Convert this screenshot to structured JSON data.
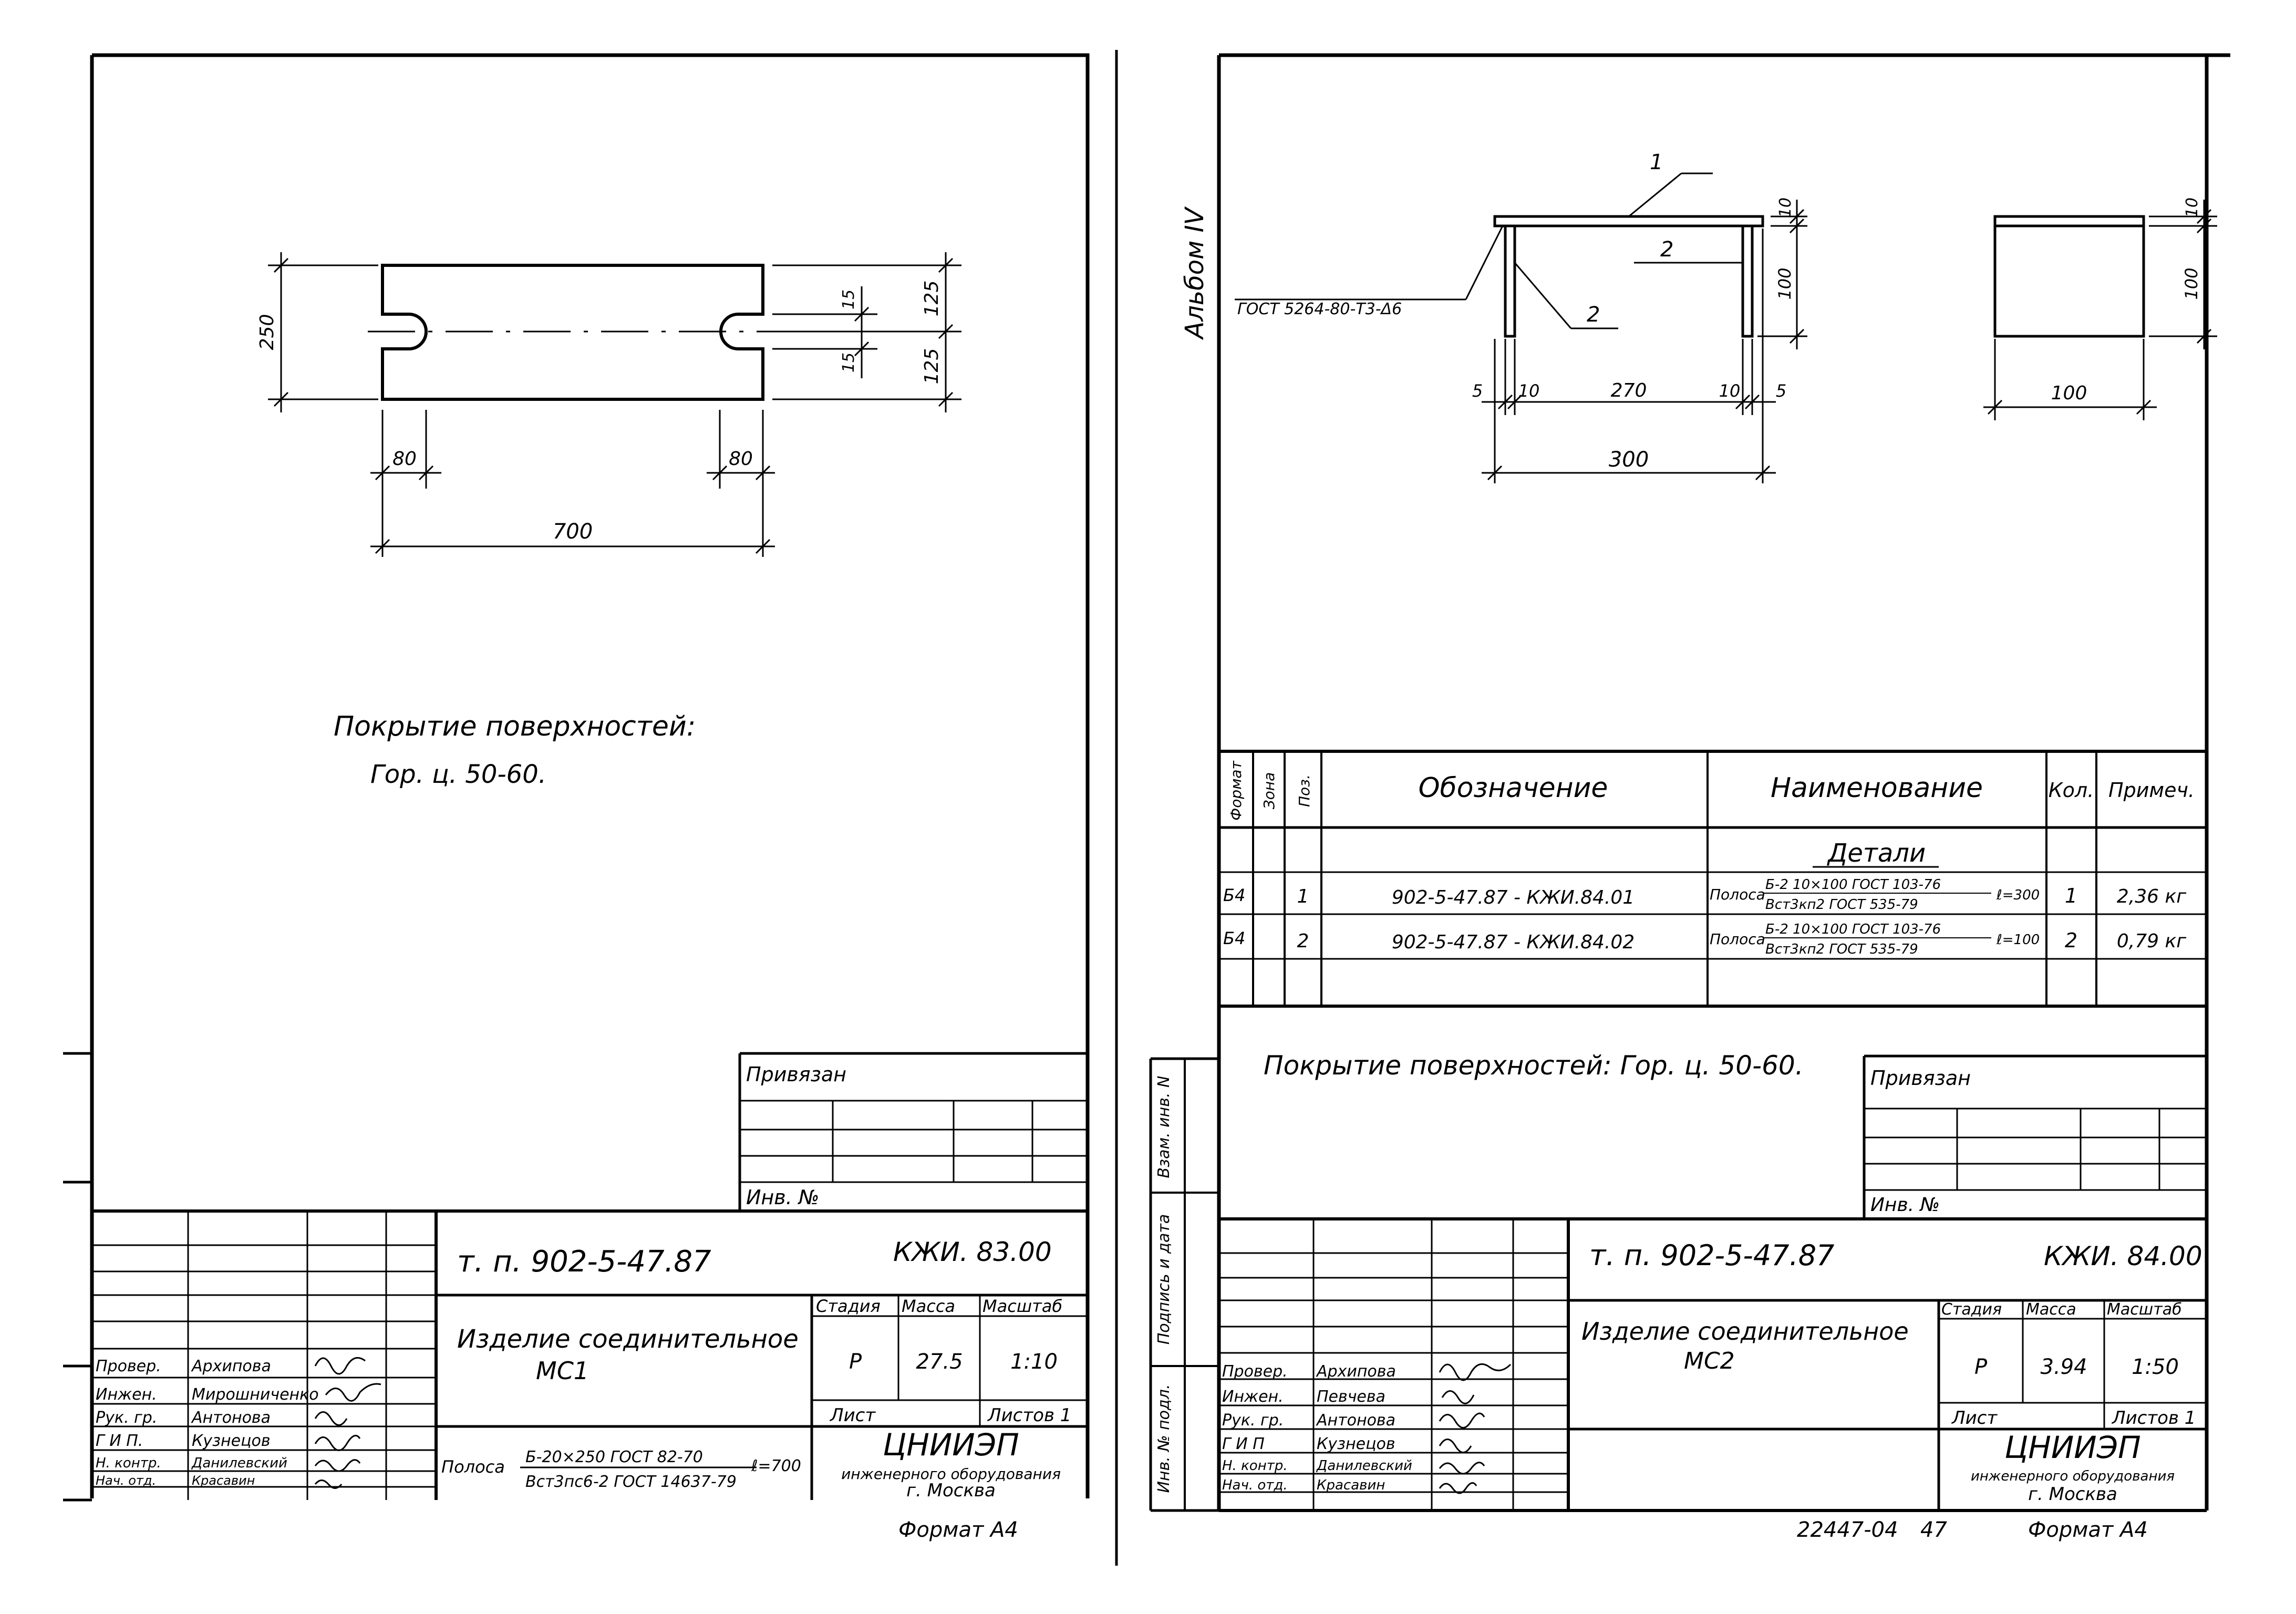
{
  "left_sheet": {
    "dims": {
      "d250": "250",
      "d15a": "15",
      "d15b": "15",
      "d125a": "125",
      "d125b": "125",
      "d80a": "80",
      "d80b": "80",
      "d700": "700"
    },
    "coating_title": "Покрытие поверхностей:",
    "coating_value": "Гор. ц. 50-60.",
    "privyazan": "Привязан",
    "inv_no": "Инв. №",
    "doc_code": "т. п. 902-5-47.87",
    "sheet_code": "КЖИ. 83.00",
    "product_name": "Изделие соединительное",
    "product_mark": "МС1",
    "stadia_h": "Стадия",
    "massa_h": "Масса",
    "masshtab_h": "Масштаб",
    "stadia": "Р",
    "massa": "27.5",
    "masshtab": "1:10",
    "list_h": "Лист",
    "listov_h": "Листов 1",
    "material_prefix": "Полоса",
    "material_top": "Б-20×250 ГОСТ 82-70",
    "material_len": "ℓ=700",
    "material_bottom": "Вст3пс6-2 ГОСТ 14637-79",
    "org": "ЦНИИЭП",
    "org_sub": "инженерного оборудования",
    "city": "г. Москва",
    "signers": [
      {
        "role": "Провер.",
        "name": "Архипова"
      },
      {
        "role": "Инжен.",
        "name": "Мирошниченко"
      },
      {
        "role": "Рук. гр.",
        "name": "Антонова"
      },
      {
        "role": "Г И П.",
        "name": "Кузнецов"
      },
      {
        "role": "Н. контр.",
        "name": "Данилевский"
      },
      {
        "role": "Нач. отд.",
        "name": "Красавин"
      }
    ],
    "format": "Формат А4"
  },
  "right_sheet": {
    "album": "Альбом IV",
    "weld": "ГОСТ 5264-80-Т3-Δ6",
    "callout1": "1",
    "callout2a": "2",
    "callout2b": "2",
    "dims": {
      "d10t": "10",
      "d100": "100",
      "d5a": "5",
      "d10a": "10",
      "d270": "270",
      "d10b": "10",
      "d5b": "5",
      "d300": "300",
      "d10s": "10",
      "d100s": "100",
      "d100w": "100"
    },
    "table_headers": {
      "format": "Формат",
      "zona": "Зона",
      "poz": "Поз.",
      "oboz": "Обозначение",
      "naim": "Наименование",
      "kol": "Кол.",
      "prim": "Примеч."
    },
    "section": "Детали",
    "rows": [
      {
        "format": "Б4",
        "poz": "1",
        "oboz": "902-5-47.87 - КЖИ.84.01",
        "prefix": "Полоса",
        "mat_top": "Б-2 10×100 ГОСТ 103-76",
        "mat_bot": "Вст3кп2 ГОСТ 535-79",
        "len": "ℓ=300",
        "kol": "1",
        "prim": "2,36 кг"
      },
      {
        "format": "Б4",
        "poz": "2",
        "oboz": "902-5-47.87 - КЖИ.84.02",
        "prefix": "Полоса",
        "mat_top": "Б-2 10×100 ГОСТ 103-76",
        "mat_bot": "Вст3кп2 ГОСТ 535-79",
        "len": "ℓ=100",
        "kol": "2",
        "prim": "0,79 кг"
      }
    ],
    "coating": "Покрытие поверхностей: Гор. ц. 50-60.",
    "privyazan": "Привязан",
    "inv_no": "Инв. №",
    "side_labels": {
      "vzam": "Взам. инв. N",
      "podp": "Подпись и дата",
      "inv": "Инв. № подл."
    },
    "doc_code": "т. п. 902-5-47.87",
    "sheet_code": "КЖИ. 84.00",
    "product_name": "Изделие соединительное",
    "product_mark": "МС2",
    "stadia_h": "Стадия",
    "massa_h": "Масса",
    "masshtab_h": "Масштаб",
    "stadia": "Р",
    "massa": "3.94",
    "masshtab": "1:50",
    "list_h": "Лист",
    "listov_h": "Листов 1",
    "org": "ЦНИИЭП",
    "org_sub": "инженерного оборудования",
    "city": "г. Москва",
    "signers": [
      {
        "role": "Провер.",
        "name": "Архипова"
      },
      {
        "role": "Инжен.",
        "name": "Певчева"
      },
      {
        "role": "Рук. гр.",
        "name": "Антонова"
      },
      {
        "role": "Г И П",
        "name": "Кузнецов"
      },
      {
        "role": "Н. контр.",
        "name": "Данилевский"
      },
      {
        "role": "Нач. отд.",
        "name": "Красавин"
      }
    ],
    "stamp_no": "22447-04",
    "page_no": "47",
    "format": "Формат А4"
  }
}
